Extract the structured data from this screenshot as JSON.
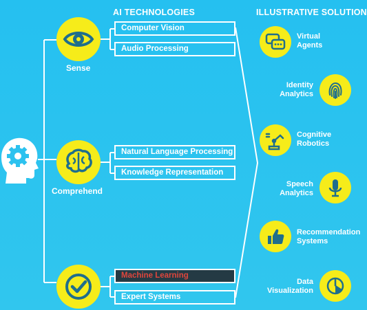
{
  "headers": {
    "technologies": "AI TECHNOLOGIES",
    "solutions": "ILLUSTRATIVE SOLUTIONS"
  },
  "categories": [
    {
      "label": "Sense",
      "icon": "eye-icon"
    },
    {
      "label": "Comprehend",
      "icon": "brain-icon"
    },
    {
      "label": "",
      "icon": "checkmark-icon"
    }
  ],
  "technologies": [
    {
      "label": "Computer Vision",
      "highlighted": false
    },
    {
      "label": "Audio Processing",
      "highlighted": false
    },
    {
      "label": "Natural Language Processing",
      "highlighted": false
    },
    {
      "label": "Knowledge Representation",
      "highlighted": false
    },
    {
      "label": "Machine Learning",
      "highlighted": true
    },
    {
      "label": "Expert Systems",
      "highlighted": false
    }
  ],
  "solutions": [
    {
      "line1": "Virtual",
      "line2": "Agents",
      "icon": "chat-bubbles-icon"
    },
    {
      "line1": "Identity",
      "line2": "Analytics",
      "icon": "fingerprint-icon"
    },
    {
      "line1": "Cognitive",
      "line2": "Robotics",
      "icon": "robot-arm-icon"
    },
    {
      "line1": "Speech",
      "line2": "Analytics",
      "icon": "microphone-icon"
    },
    {
      "line1": "Recommendation",
      "line2": "Systems",
      "icon": "thumbs-up-icon"
    },
    {
      "line1": "Data",
      "line2": "Visualization",
      "icon": "pie-chart-icon"
    }
  ],
  "source_icon": "head-gear-icon",
  "colors": {
    "background": "#2cc2ef",
    "accent": "#f6ec1a",
    "line": "#ffffff",
    "highlight_box": "#243a44",
    "highlight_text": "#e0463c"
  }
}
